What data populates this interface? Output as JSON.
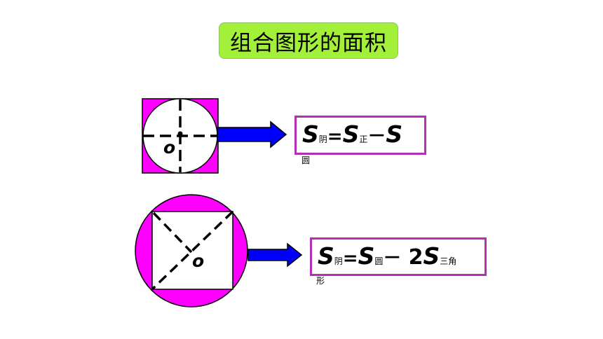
{
  "title": "组合图形的面积",
  "figure1": {
    "center_label": "o",
    "formula": {
      "s1": "S",
      "sub1": "阴",
      "eq": "=",
      "s2": "S",
      "sub2": "正",
      "minus": "－",
      "s3": "S",
      "sub3": "圆"
    }
  },
  "figure2": {
    "center_label": "o",
    "formula": {
      "s1": "S",
      "sub1": "阴",
      "eq": "=",
      "s2": "S",
      "sub2": "圆",
      "minus": "－",
      "coef": "2",
      "s3": "S",
      "sub3a": "三角",
      "sub3b": "形"
    }
  },
  "colors": {
    "magenta": "#ff00ff",
    "arrow_blue": "#0000ff",
    "formula_border": "#b52fb5",
    "title_bg": "#a3f03a"
  },
  "icons": [
    "arrow-right-icon",
    "arrow-right-icon"
  ]
}
